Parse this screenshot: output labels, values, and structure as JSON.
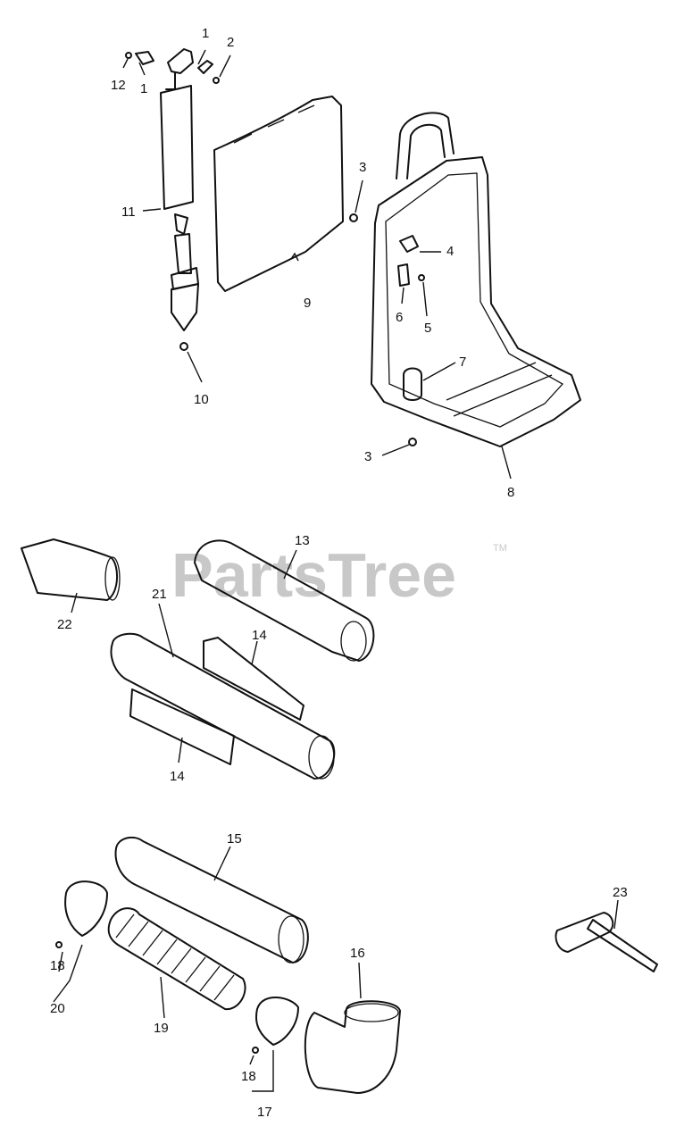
{
  "watermark": {
    "text": "PartsTree",
    "trademark": "TM"
  },
  "callouts": [
    {
      "id": "c-1a",
      "label": "1"
    },
    {
      "id": "c-1b",
      "label": "1"
    },
    {
      "id": "c-2",
      "label": "2"
    },
    {
      "id": "c-12",
      "label": "12"
    },
    {
      "id": "c-11",
      "label": "11"
    },
    {
      "id": "c-10",
      "label": "10"
    },
    {
      "id": "c-9",
      "label": "9"
    },
    {
      "id": "c-3a",
      "label": "3"
    },
    {
      "id": "c-4",
      "label": "4"
    },
    {
      "id": "c-5",
      "label": "5"
    },
    {
      "id": "c-6",
      "label": "6"
    },
    {
      "id": "c-7",
      "label": "7"
    },
    {
      "id": "c-3b",
      "label": "3"
    },
    {
      "id": "c-8",
      "label": "8"
    },
    {
      "id": "c-13",
      "label": "13"
    },
    {
      "id": "c-22",
      "label": "22"
    },
    {
      "id": "c-21",
      "label": "21"
    },
    {
      "id": "c-14a",
      "label": "14"
    },
    {
      "id": "c-14b",
      "label": "14"
    },
    {
      "id": "c-15",
      "label": "15"
    },
    {
      "id": "c-23",
      "label": "23"
    },
    {
      "id": "c-18a",
      "label": "18"
    },
    {
      "id": "c-20",
      "label": "20"
    },
    {
      "id": "c-19",
      "label": "19"
    },
    {
      "id": "c-16",
      "label": "16"
    },
    {
      "id": "c-18b",
      "label": "18"
    },
    {
      "id": "c-17",
      "label": "17"
    }
  ]
}
